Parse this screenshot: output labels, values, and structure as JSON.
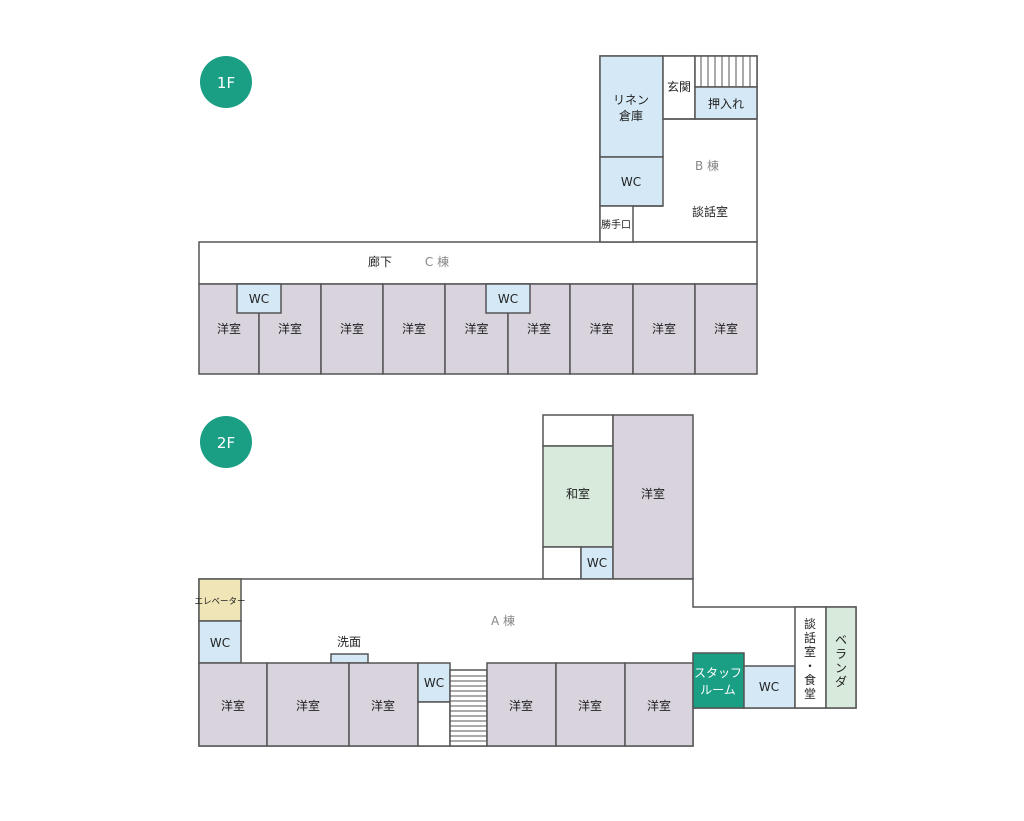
{
  "colors": {
    "teal": "#1a9e84",
    "yoshitsu": "#d9d3de",
    "wc": "#d4e8f6",
    "washitsu": "#d7eadb",
    "veranda": "#d7eadb",
    "elevator": "#efe5b7",
    "white": "#ffffff",
    "wall": "#555555"
  },
  "floors": {
    "f1": {
      "badge": "1F",
      "wing_b": "B 棟",
      "wing_c": "C 棟",
      "rooms": {
        "linen_1": "リネン",
        "linen_2": "倉庫",
        "genkan": "玄関",
        "oshiire": "押入れ",
        "wc": "WC",
        "danwa": "談話室",
        "katteguchi": "勝手口",
        "rouka": "廊下",
        "youshitsu": "洋室"
      }
    },
    "f2": {
      "badge": "2F",
      "wing_a": "A 棟",
      "rooms": {
        "washitsu": "和室",
        "youshitsu": "洋室",
        "wc": "WC",
        "elevator": "エレベーター",
        "senmen": "洗面",
        "staff_1": "スタッフ",
        "staff_2": "ルーム",
        "danwa_shoku": [
          "談",
          "話",
          "室",
          "・",
          "食",
          "堂"
        ],
        "veranda": [
          "ベ",
          "ラ",
          "ン",
          "ダ"
        ]
      }
    }
  }
}
